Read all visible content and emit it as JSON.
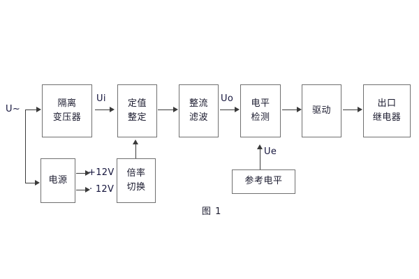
{
  "figure": {
    "caption": "图 1",
    "blocks": [
      {
        "id": "isolation-transformer",
        "line1": "隔离",
        "line2": "变压器"
      },
      {
        "id": "setting-value",
        "line1": "定值",
        "line2": "整定"
      },
      {
        "id": "rectify-filter",
        "line1": "整流",
        "line2": "滤波"
      },
      {
        "id": "level-detect",
        "line1": "电平",
        "line2": "检测"
      },
      {
        "id": "drive",
        "line1": "驱动",
        "line2": ""
      },
      {
        "id": "output-relay",
        "line1": "出口",
        "line2": "继电器"
      },
      {
        "id": "power-supply",
        "line1": "电源",
        "line2": ""
      },
      {
        "id": "multiplier-switch",
        "line1": "倍率",
        "line2": "切换"
      },
      {
        "id": "reference-level",
        "line1": "参考电平",
        "line2": ""
      }
    ],
    "signals": {
      "input": "U~",
      "ui": "Ui",
      "uo": "Uo",
      "ue": "Ue",
      "rail_positive": "+12V",
      "rail_negative": "· 12V"
    },
    "colors": {
      "box_border": "#6f6f6f",
      "connector": "#3a3a3a",
      "text": "#1a1a2e",
      "background": "#ffffff"
    }
  }
}
